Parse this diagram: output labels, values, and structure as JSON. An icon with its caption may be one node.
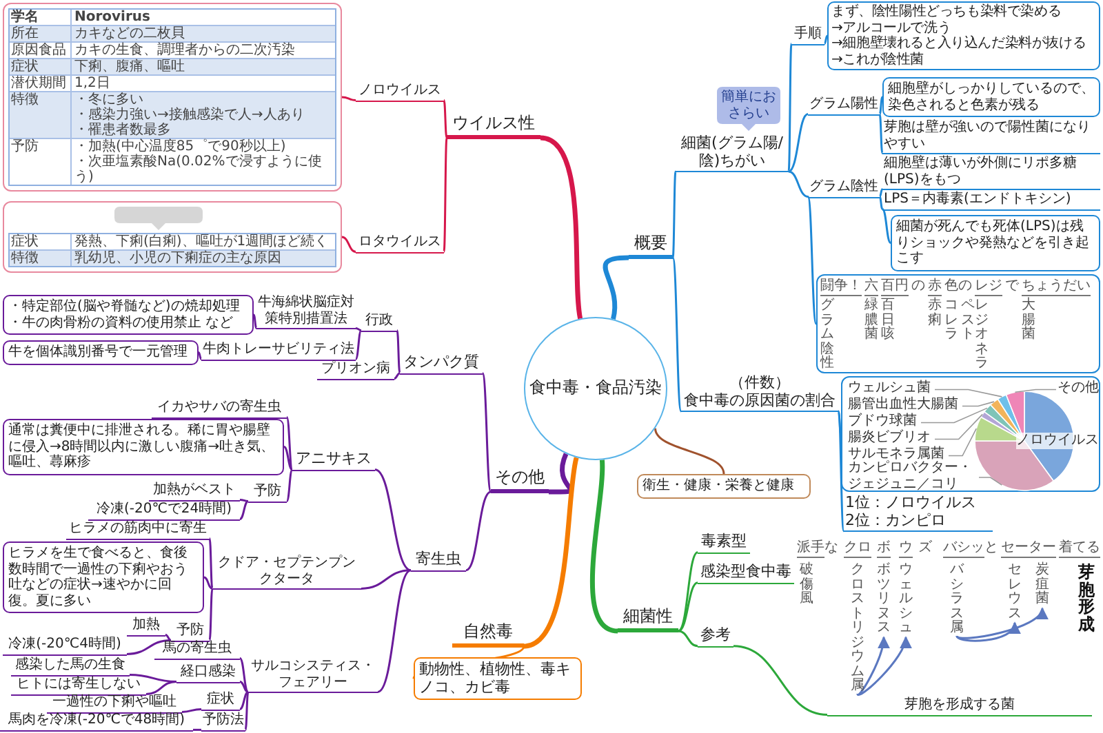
{
  "diagram": {
    "nodes": [
      {
        "text": [
          "食中毒・食品汚染"
        ]
      },
      {
        "text": [
          "ウイルス性"
        ]
      },
      {
        "text": [
          "ノロウイルス"
        ]
      },
      {
        "text": [
          "学名",
          "Norovirus",
          "所在",
          "カキなどの二枚貝",
          "原因食品",
          "カキの生食、調理者からの二次汚染",
          "症状",
          "下痢、腹痛、嘔吐",
          "潜伏期間",
          "1,2日",
          "特徴",
          "・冬に多い",
          "・感染力強い→接触感染で人→人あり",
          "・罹患者数最多",
          "予防",
          "・加熱(中心温度85゜で90秒以上)",
          "・次亜塩素酸Na(0.02%で浸すように使う)"
        ]
      },
      {
        "text": [
          "ロタウイルス"
        ]
      },
      {
        "text": [
          "症状",
          "発熱、下痢(白痢)、嘔吐が1週間ほど続く",
          "特徴",
          "乳幼児、小児の下痢症の主な原因"
        ]
      },
      {
        "text": [],
        "shape": "box",
        "in": 5
      },
      {
        "text": [
          "その他"
        ]
      },
      {
        "text": [
          "タンパク質"
        ]
      },
      {
        "text": [
          "行政"
        ]
      },
      {
        "text": [
          "牛海綿状脳症対策特別措置法"
        ]
      },
      {
        "text": [
          "・特定部位(脳や脊髄など)の焼却処理",
          "・牛の肉骨粉の資料の使用禁止 など"
        ]
      },
      {
        "text": [
          "牛肉トレーサビリティ法"
        ]
      },
      {
        "text": [
          "牛を個体識別番号で一元管理"
        ]
      },
      {
        "text": [
          "プリオン病"
        ]
      },
      {
        "text": [
          "寄生虫"
        ]
      },
      {
        "text": [
          "アニサキス"
        ]
      },
      {
        "text": [
          "イカやサバの寄生虫"
        ]
      },
      {
        "text": [
          "通常は糞便中に排泄される。稀に胃や腸壁に侵入→8時間以内に激しい腹痛→吐き気、嘔吐、蕁麻疹"
        ]
      },
      {
        "text": [
          "予防"
        ]
      },
      {
        "text": [
          "加熱がベスト"
        ]
      },
      {
        "text": [
          "冷凍(-20℃で24時間)"
        ]
      },
      {
        "text": [
          "クドア・セプテンプンクタータ"
        ]
      },
      {
        "text": [
          "ヒラメの筋肉中に寄生"
        ]
      },
      {
        "text": [
          "ヒラメを生で食べると、食後数時間で一過性の下痢やおう吐などの症状→速やかに回復。夏に多い"
        ]
      },
      {
        "text": [
          "予防"
        ]
      },
      {
        "text": [
          "加熱"
        ]
      },
      {
        "text": [
          "冷凍(-20℃4時間)"
        ]
      },
      {
        "text": [
          "サルコシスティス・フェアリー"
        ]
      },
      {
        "text": [
          "馬の寄生虫"
        ]
      },
      {
        "text": [
          "経口感染"
        ]
      },
      {
        "text": [
          "感染した馬の生食"
        ]
      },
      {
        "text": [
          "ヒトには寄生しない"
        ]
      },
      {
        "text": [
          "症状"
        ]
      },
      {
        "text": [
          "一過性の下痢や嘔吐"
        ]
      },
      {
        "text": [
          "予防法"
        ]
      },
      {
        "text": [
          "馬肉を冷凍(-20℃で48時間)"
        ]
      },
      {
        "text": [
          "自然毒"
        ]
      },
      {
        "text": [
          "動物性、植物性、毒キノコ、カビ毒"
        ]
      },
      {
        "text": [
          "衛生・健康・栄養と健康"
        ]
      },
      {
        "text": [
          "概要"
        ]
      },
      {
        "text": [
          "細菌(グラム陽/陰)ちがい"
        ]
      },
      {
        "text": [
          "簡単におさらい"
        ]
      },
      {
        "text": [
          "手順"
        ]
      },
      {
        "text": [
          "まず、陰性陽性どっちも染料で染める",
          "→アルコールで洗う",
          "→細胞壁壊れると入り込んだ染料が抜ける",
          "→これが陰性菌"
        ]
      },
      {
        "text": [
          "グラム陽性"
        ]
      },
      {
        "text": [
          "細胞壁がしっかりしているので、染色されると色素が残る"
        ]
      },
      {
        "text": [
          "芽胞は壁が強いので陽性菌になりやすい"
        ]
      },
      {
        "text": [
          "グラム陰性"
        ]
      },
      {
        "text": [
          "細胞壁は薄いが外側にリポ多糖(LPS)をもつ"
        ]
      },
      {
        "text": [
          "LPS＝内毒素(エンドトキシン)"
        ]
      },
      {
        "text": [
          "細菌が死んでも死体(LPS)は残りショックや発熱などを引き起こす"
        ]
      },
      {
        "text": [
          "闘争！",
          "グラム陰性",
          "六",
          "緑膿菌",
          "百円",
          "百日咳",
          "の",
          "赤",
          "赤痢",
          "色の",
          "コレラ",
          "ペスト",
          "レジ",
          "レジオネラ",
          "で",
          "ちょうだい",
          "大腸菌"
        ]
      },
      {
        "text": [
          "（件数）",
          "食中毒の原因菌の割合"
        ]
      },
      {
        "text": [
          "ウェルシュ菌",
          "腸管出血性大腸菌",
          "ブドウ球菌",
          "腸炎ビブリオ",
          "サルモネラ属菌",
          "その他",
          "ノロウイルス",
          "カンピロバクター・ジェジュニ／コリ"
        ]
      },
      {
        "text": [
          "1位：ノロウイルス",
          "2位：カンピロ"
        ]
      },
      {
        "text": [
          "細菌性"
        ]
      },
      {
        "text": [
          "毒素型"
        ]
      },
      {
        "text": [
          "感染型食中毒"
        ]
      },
      {
        "text": [
          "参考"
        ]
      },
      {
        "text": [
          "芽胞を形成する菌"
        ]
      },
      {
        "text": [
          "クロストリジウム属"
        ]
      },
      {
        "text": [
          "ボツリヌス"
        ]
      },
      {
        "text": [
          "ウェルシュ"
        ]
      },
      {
        "text": [
          "バシラス属"
        ]
      },
      {
        "text": [
          "セレウス"
        ]
      },
      {
        "text": [
          "炭疽菌"
        ]
      }
    ],
    "edges": [
      {
        "from": 0,
        "to": 1,
        "arrow": "none",
        "style": "thick",
        "color": "#d6174b"
      },
      {
        "from": 1,
        "to": 2,
        "arrow": "none",
        "color": "#d6174b"
      },
      {
        "from": 2,
        "to": 3,
        "arrow": "none",
        "color": "#d6174b"
      },
      {
        "from": 1,
        "to": 4,
        "arrow": "none",
        "color": "#d6174b"
      },
      {
        "from": 4,
        "to": 5,
        "arrow": "none",
        "color": "#d6174b"
      },
      {
        "from": 0,
        "to": 7,
        "arrow": "none",
        "style": "thick"
      },
      {
        "from": 7,
        "to": 8,
        "arrow": "none"
      },
      {
        "from": 8,
        "to": 9,
        "arrow": "none"
      },
      {
        "from": 9,
        "to": 10,
        "arrow": "none"
      },
      {
        "from": 10,
        "to": 11,
        "arrow": "none"
      },
      {
        "from": 9,
        "to": 12,
        "arrow": "none"
      },
      {
        "from": 12,
        "to": 13,
        "arrow": "none"
      },
      {
        "from": 8,
        "to": 14,
        "arrow": "none"
      },
      {
        "from": 7,
        "to": 15,
        "arrow": "none"
      },
      {
        "from": 15,
        "to": 16,
        "arrow": "none"
      },
      {
        "from": 16,
        "to": 17,
        "arrow": "none"
      },
      {
        "from": 16,
        "to": 18,
        "arrow": "none"
      },
      {
        "from": 16,
        "to": 19,
        "arrow": "none"
      },
      {
        "from": 19,
        "to": 20,
        "arrow": "none"
      },
      {
        "from": 19,
        "to": 21,
        "arrow": "none"
      },
      {
        "from": 15,
        "to": 22,
        "arrow": "none"
      },
      {
        "from": 22,
        "to": 23,
        "arrow": "none"
      },
      {
        "from": 22,
        "to": 24,
        "arrow": "none"
      },
      {
        "from": 22,
        "to": 25,
        "arrow": "none"
      },
      {
        "from": 25,
        "to": 26,
        "arrow": "none"
      },
      {
        "from": 25,
        "to": 27,
        "arrow": "none"
      },
      {
        "from": 15,
        "to": 28,
        "arrow": "none"
      },
      {
        "from": 28,
        "to": 29,
        "arrow": "none"
      },
      {
        "from": 28,
        "to": 30,
        "arrow": "none"
      },
      {
        "from": 30,
        "to": 31,
        "arrow": "none"
      },
      {
        "from": 30,
        "to": 32,
        "arrow": "none"
      },
      {
        "from": 28,
        "to": 33,
        "arrow": "none"
      },
      {
        "from": 33,
        "to": 34,
        "arrow": "none"
      },
      {
        "from": 28,
        "to": 35,
        "arrow": "none"
      },
      {
        "from": 35,
        "to": 36,
        "arrow": "none"
      },
      {
        "from": 0,
        "to": 37,
        "arrow": "none",
        "style": "thick",
        "color": "#f57c00"
      },
      {
        "from": 37,
        "to": 38,
        "arrow": "none",
        "color": "#f57c00"
      },
      {
        "from": 0,
        "to": 39,
        "arrow": "none",
        "color": "#a0522d"
      },
      {
        "from": 0,
        "to": 40,
        "arrow": "none",
        "style": "thick",
        "color": "#1e88d6"
      },
      {
        "from": 40,
        "to": 41,
        "arrow": "none",
        "color": "#1e88d6"
      },
      {
        "from": 41,
        "to": 43,
        "arrow": "none",
        "color": "#1e88d6"
      },
      {
        "from": 43,
        "to": 44,
        "arrow": "none",
        "color": "#1e88d6"
      },
      {
        "from": 41,
        "to": 45,
        "arrow": "none",
        "color": "#1e88d6"
      },
      {
        "from": 45,
        "to": 46,
        "arrow": "none",
        "color": "#1e88d6"
      },
      {
        "from": 45,
        "to": 47,
        "arrow": "none",
        "color": "#1e88d6"
      },
      {
        "from": 41,
        "to": 48,
        "arrow": "none",
        "color": "#1e88d6"
      },
      {
        "from": 48,
        "to": 49,
        "arrow": "none",
        "color": "#1e88d6"
      },
      {
        "from": 48,
        "to": 50,
        "arrow": "none",
        "color": "#1e88d6"
      },
      {
        "from": 50,
        "to": 51,
        "arrow": "none",
        "color": "#1e88d6"
      },
      {
        "from": 48,
        "to": 52,
        "arrow": "none",
        "color": "#1e88d6"
      },
      {
        "from": 40,
        "to": 53,
        "arrow": "none",
        "color": "#1e88d6"
      },
      {
        "from": 53,
        "to": 54,
        "arrow": "none",
        "color": "#1e88d6"
      },
      {
        "from": 53,
        "to": 55,
        "arrow": "none",
        "color": "#1e88d6"
      },
      {
        "from": 0,
        "to": 56,
        "arrow": "none",
        "style": "thick",
        "color": "#2ca83a"
      },
      {
        "from": 56,
        "to": 57,
        "arrow": "none",
        "color": "#2ca83a"
      },
      {
        "from": 56,
        "to": 58,
        "arrow": "none",
        "color": "#2ca83a"
      },
      {
        "from": 56,
        "to": 59,
        "arrow": "none",
        "color": "#2ca83a"
      },
      {
        "from": 59,
        "to": 60,
        "arrow": "none",
        "color": "#2ca83a"
      },
      {
        "from": 61,
        "to": 62,
        "arrow": "to",
        "color": "#5b78c0"
      },
      {
        "from": 61,
        "to": 63,
        "arrow": "to",
        "color": "#5b78c0"
      },
      {
        "from": 64,
        "to": 65,
        "arrow": "to",
        "color": "#5b78c0"
      },
      {
        "from": 64,
        "to": 66,
        "arrow": "to",
        "color": "#5b78c0"
      }
    ],
    "labels": [
      "派手",
      "な",
      "クロ",
      "ボ",
      "ウ",
      "ズ",
      "バシッ",
      "と",
      "セーター",
      "着てる",
      "破傷風",
      "芽胞形成"
    ]
  }
}
